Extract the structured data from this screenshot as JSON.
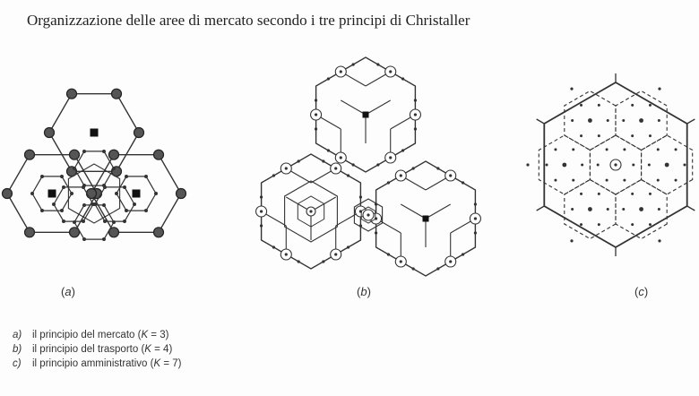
{
  "title": "Organizzazione delle aree di mercato secondo i tre principi di Christaller",
  "panels": [
    {
      "letter": "a",
      "label_open": "(",
      "label_close": ")"
    },
    {
      "letter": "b",
      "label_open": "(",
      "label_close": ")"
    },
    {
      "letter": "c",
      "label_open": "(",
      "label_close": ")"
    }
  ],
  "legend": [
    {
      "letter": "a)",
      "text": "il principio del mercato (",
      "k": "K",
      "value": " = 3)"
    },
    {
      "letter": "b)",
      "text": "il principio del trasporto (",
      "k": "K",
      "value": " = 4)"
    },
    {
      "letter": "c)",
      "text": "il principio amministrativo (",
      "k": "K",
      "value": " = 7)"
    }
  ]
}
